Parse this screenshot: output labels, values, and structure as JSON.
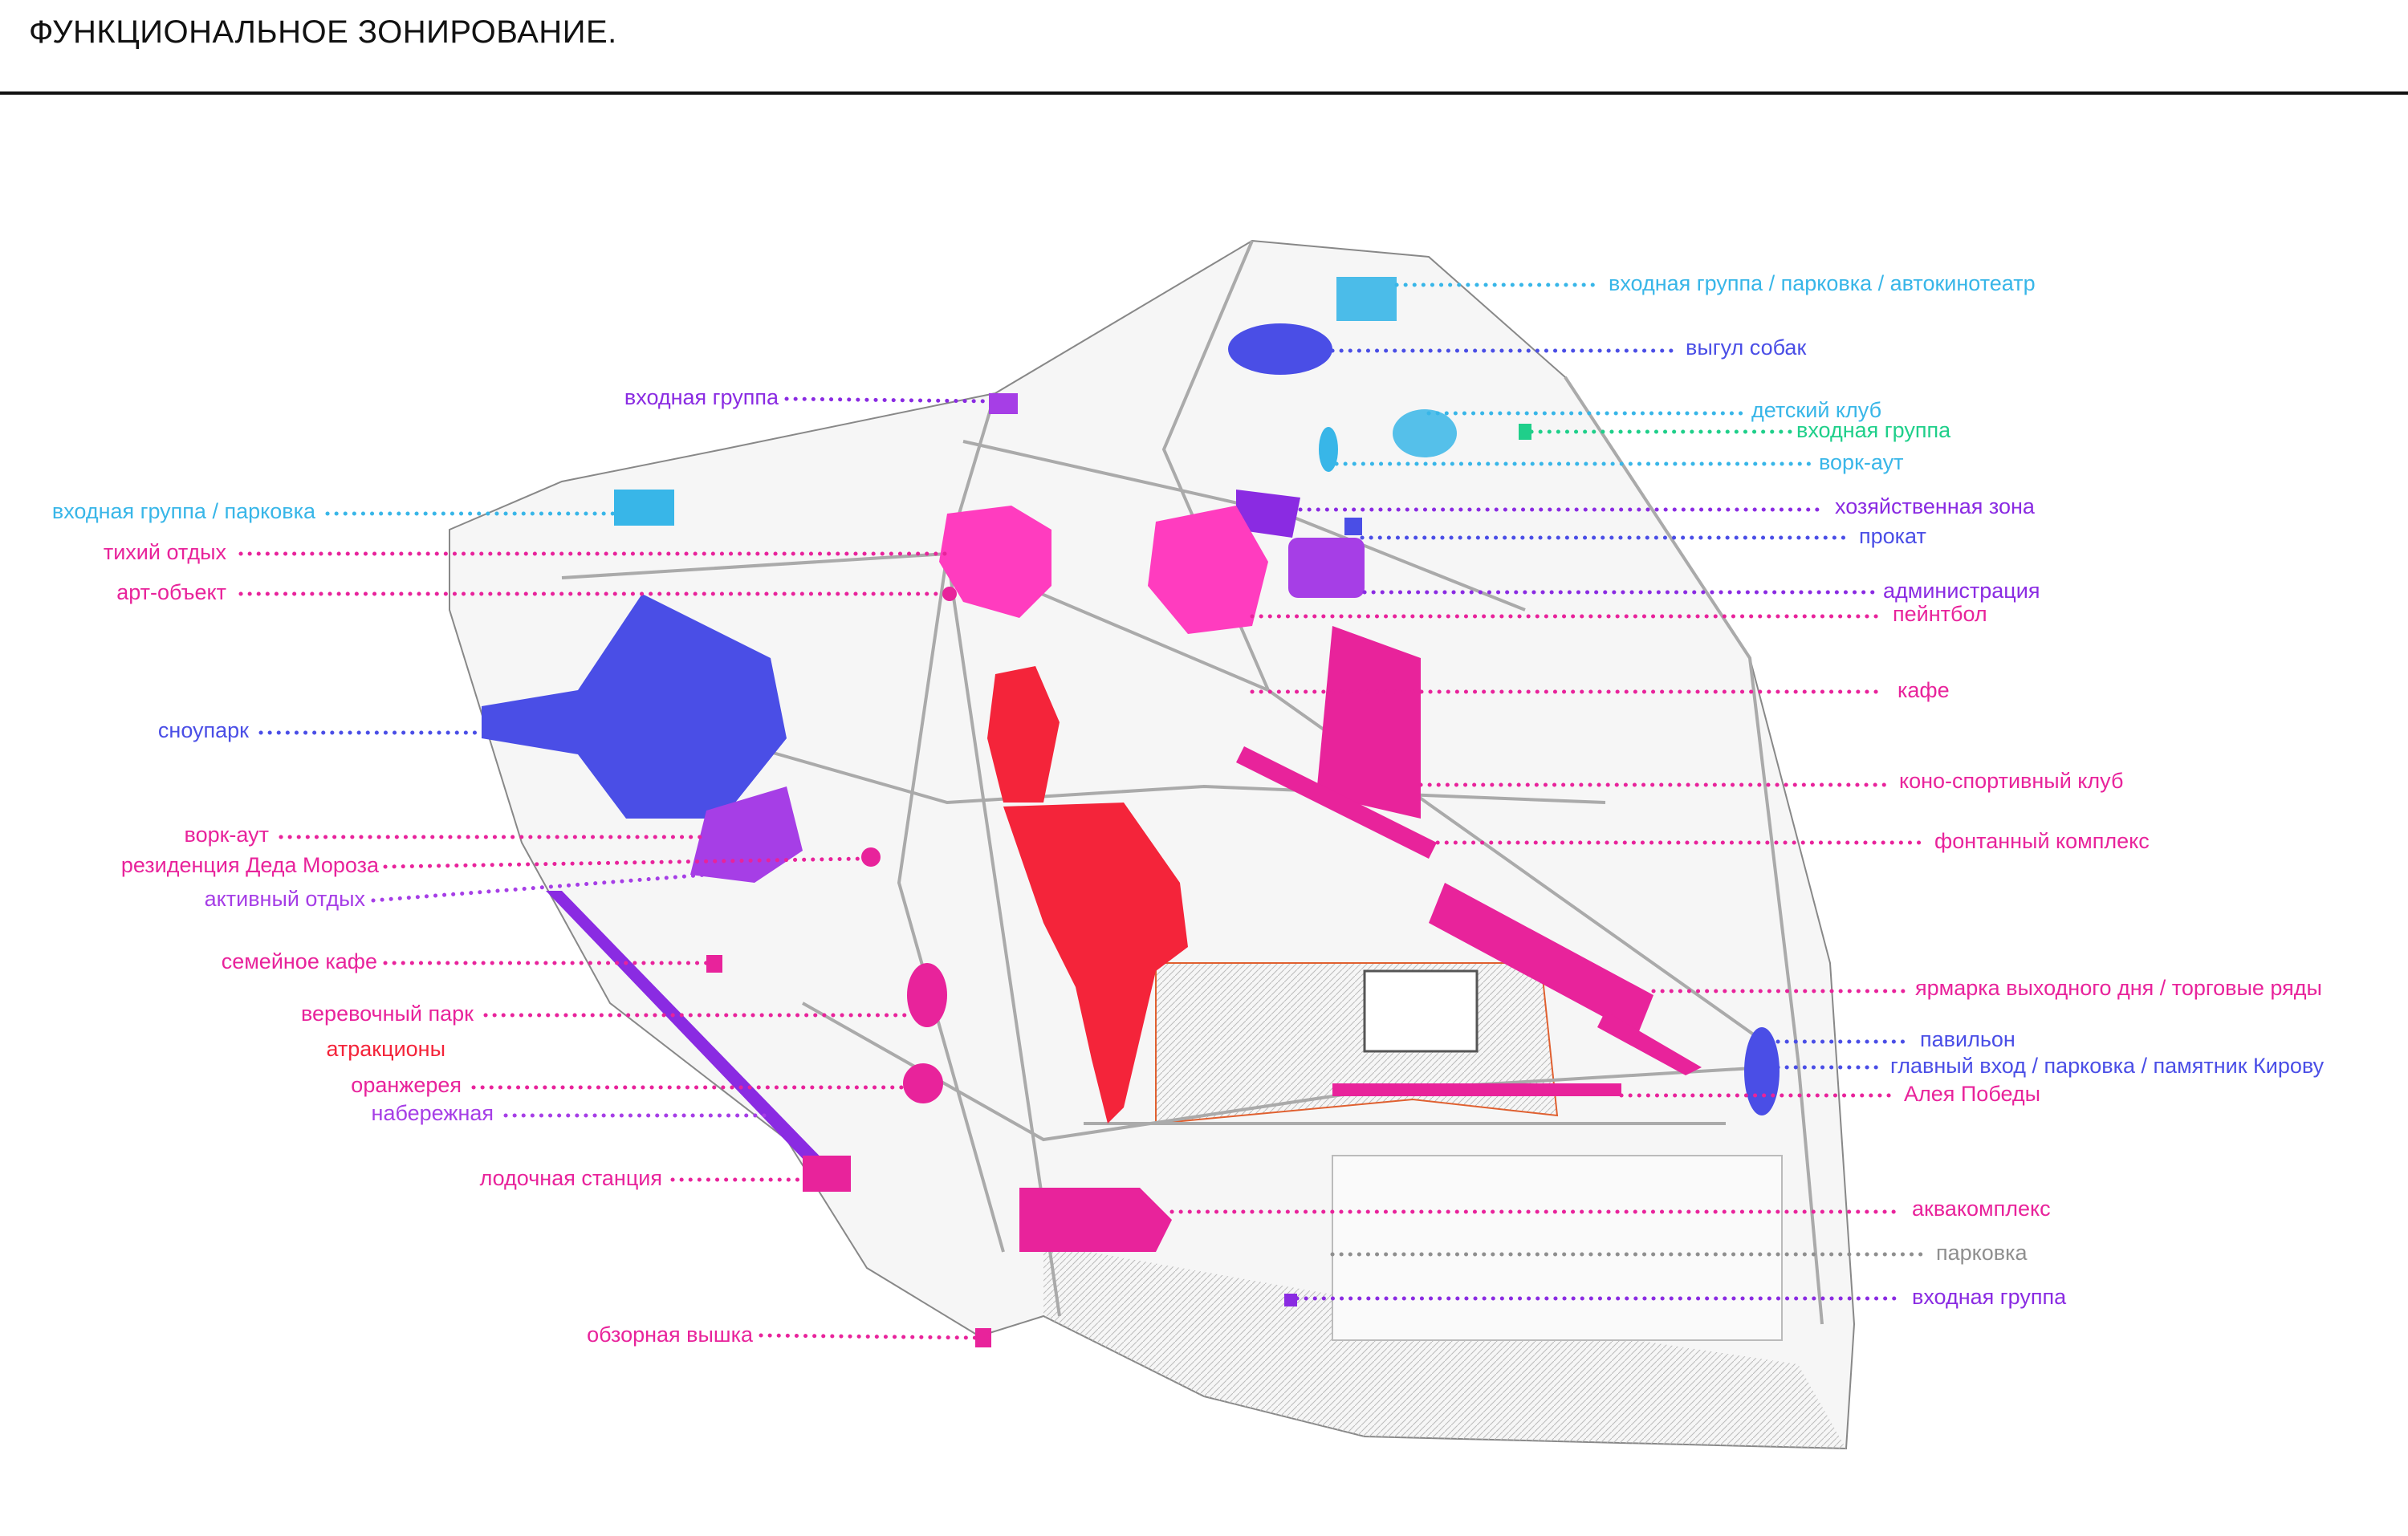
{
  "title": "ФУНКЦИОНАЛЬНОЕ ЗОНИРОВАНИЕ.",
  "colors": {
    "cyan": "#38b6e8",
    "blue": "#4a4ee6",
    "purple": "#8a2be2",
    "violet": "#a63ee6",
    "magenta": "#e8239b",
    "pink": "#ff3cbf",
    "red": "#f4243a",
    "green": "#1fcf8a",
    "gray": "#8f8f8f"
  },
  "left_labels": [
    {
      "id": "entrance-group-top",
      "text": "входная группа",
      "color": "#8a2be2"
    },
    {
      "id": "entrance-parking-left",
      "text": "входная группа / парковка",
      "color": "#38b6e8"
    },
    {
      "id": "quiet-rest",
      "text": "тихий отдых",
      "color": "#e8239b"
    },
    {
      "id": "art-object",
      "text": "арт-объект",
      "color": "#e8239b"
    },
    {
      "id": "snowpark",
      "text": "сноупарк",
      "color": "#4a4ee6"
    },
    {
      "id": "workout-left",
      "text": "ворк-аут",
      "color": "#e8239b"
    },
    {
      "id": "santa-residence",
      "text": "резиденция Деда Мороза",
      "color": "#e8239b"
    },
    {
      "id": "active-rest",
      "text": "активный отдых",
      "color": "#a63ee6"
    },
    {
      "id": "family-cafe",
      "text": "семейное кафе",
      "color": "#e8239b"
    },
    {
      "id": "rope-park",
      "text": "веревочный парк",
      "color": "#e8239b"
    },
    {
      "id": "attractions",
      "text": "атракционы",
      "color": "#f4243a"
    },
    {
      "id": "greenhouse",
      "text": "оранжерея",
      "color": "#e8239b"
    },
    {
      "id": "embankment",
      "text": "набережная",
      "color": "#a63ee6"
    },
    {
      "id": "boat-station",
      "text": "лодочная станция",
      "color": "#e8239b"
    },
    {
      "id": "viewing-tower",
      "text": "обзорная вышка",
      "color": "#e8239b"
    }
  ],
  "right_labels": [
    {
      "id": "entrance-parking-cinema",
      "text": "входная группа / парковка / автокинотеатр",
      "color": "#38b6e8"
    },
    {
      "id": "dog-walk",
      "text": "выгул собак",
      "color": "#4a4ee6"
    },
    {
      "id": "kids-club",
      "text": "детский клуб",
      "color": "#38b6e8"
    },
    {
      "id": "entrance-group-green",
      "text": "входная группа",
      "color": "#1fcf8a"
    },
    {
      "id": "workout-right",
      "text": "ворк-аут",
      "color": "#38b6e8"
    },
    {
      "id": "utility-zone",
      "text": "хозяйственная зона",
      "color": "#8a2be2"
    },
    {
      "id": "rental",
      "text": "прокат",
      "color": "#4a4ee6"
    },
    {
      "id": "administration",
      "text": "администрация",
      "color": "#8a2be2"
    },
    {
      "id": "paintball",
      "text": "пейнтбол",
      "color": "#e8239b"
    },
    {
      "id": "cafe",
      "text": "кафе",
      "color": "#e8239b"
    },
    {
      "id": "equestrian-club",
      "text": "коно-спортивный клуб",
      "color": "#e8239b"
    },
    {
      "id": "fountain-complex",
      "text": "фонтанный комплекс",
      "color": "#e8239b"
    },
    {
      "id": "weekend-fair",
      "text": "ярмарка выходного дня / торговые ряды",
      "color": "#e8239b"
    },
    {
      "id": "pavilion",
      "text": "павильон",
      "color": "#4a4ee6"
    },
    {
      "id": "main-entrance",
      "text": "главный вход / парковка / памятник Кирову",
      "color": "#4a4ee6"
    },
    {
      "id": "victory-alley",
      "text": "Алея Победы",
      "color": "#e8239b"
    },
    {
      "id": "aqua-complex",
      "text": "аквакомплекс",
      "color": "#e8239b"
    },
    {
      "id": "parking",
      "text": "парковка",
      "color": "#8f8f8f"
    },
    {
      "id": "entrance-group-bottom",
      "text": "входная группа",
      "color": "#8a2be2"
    }
  ]
}
